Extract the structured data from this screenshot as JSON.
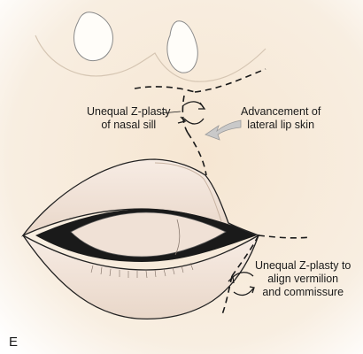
{
  "panel_letter": "E",
  "labels": {
    "nasal_sill": [
      "Unequal Z-plasty",
      "of nasal sill"
    ],
    "lateral_lip": [
      "Advancement of",
      "lateral lip skin"
    ],
    "vermilion": [
      "Unequal Z-plasty to",
      "align vermilion",
      "and commissure"
    ]
  },
  "colors": {
    "skin": "#f6ead9",
    "skin_edge": "#fbf5ec",
    "lip": "#f2e2d7",
    "lip_shadow": "#dccab9",
    "outline": "#1a1a1a",
    "arrow_fill": "#c9c9c9"
  }
}
